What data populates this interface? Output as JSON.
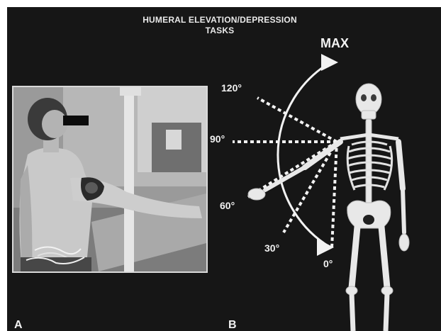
{
  "title_lines": [
    "HUMERAL ELEVATION/DEPRESSION",
    "TASKS"
  ],
  "panels": {
    "a": "A",
    "b": "B"
  },
  "max_label": "MAX",
  "angle_labels": [
    "120°",
    "90°",
    "60°",
    "30°",
    "0°"
  ],
  "photo": {
    "subject": "seated subject with instrumented arm elevated laterally"
  },
  "colors": {
    "background": "#161616",
    "foreground": "#f0f0f0"
  }
}
